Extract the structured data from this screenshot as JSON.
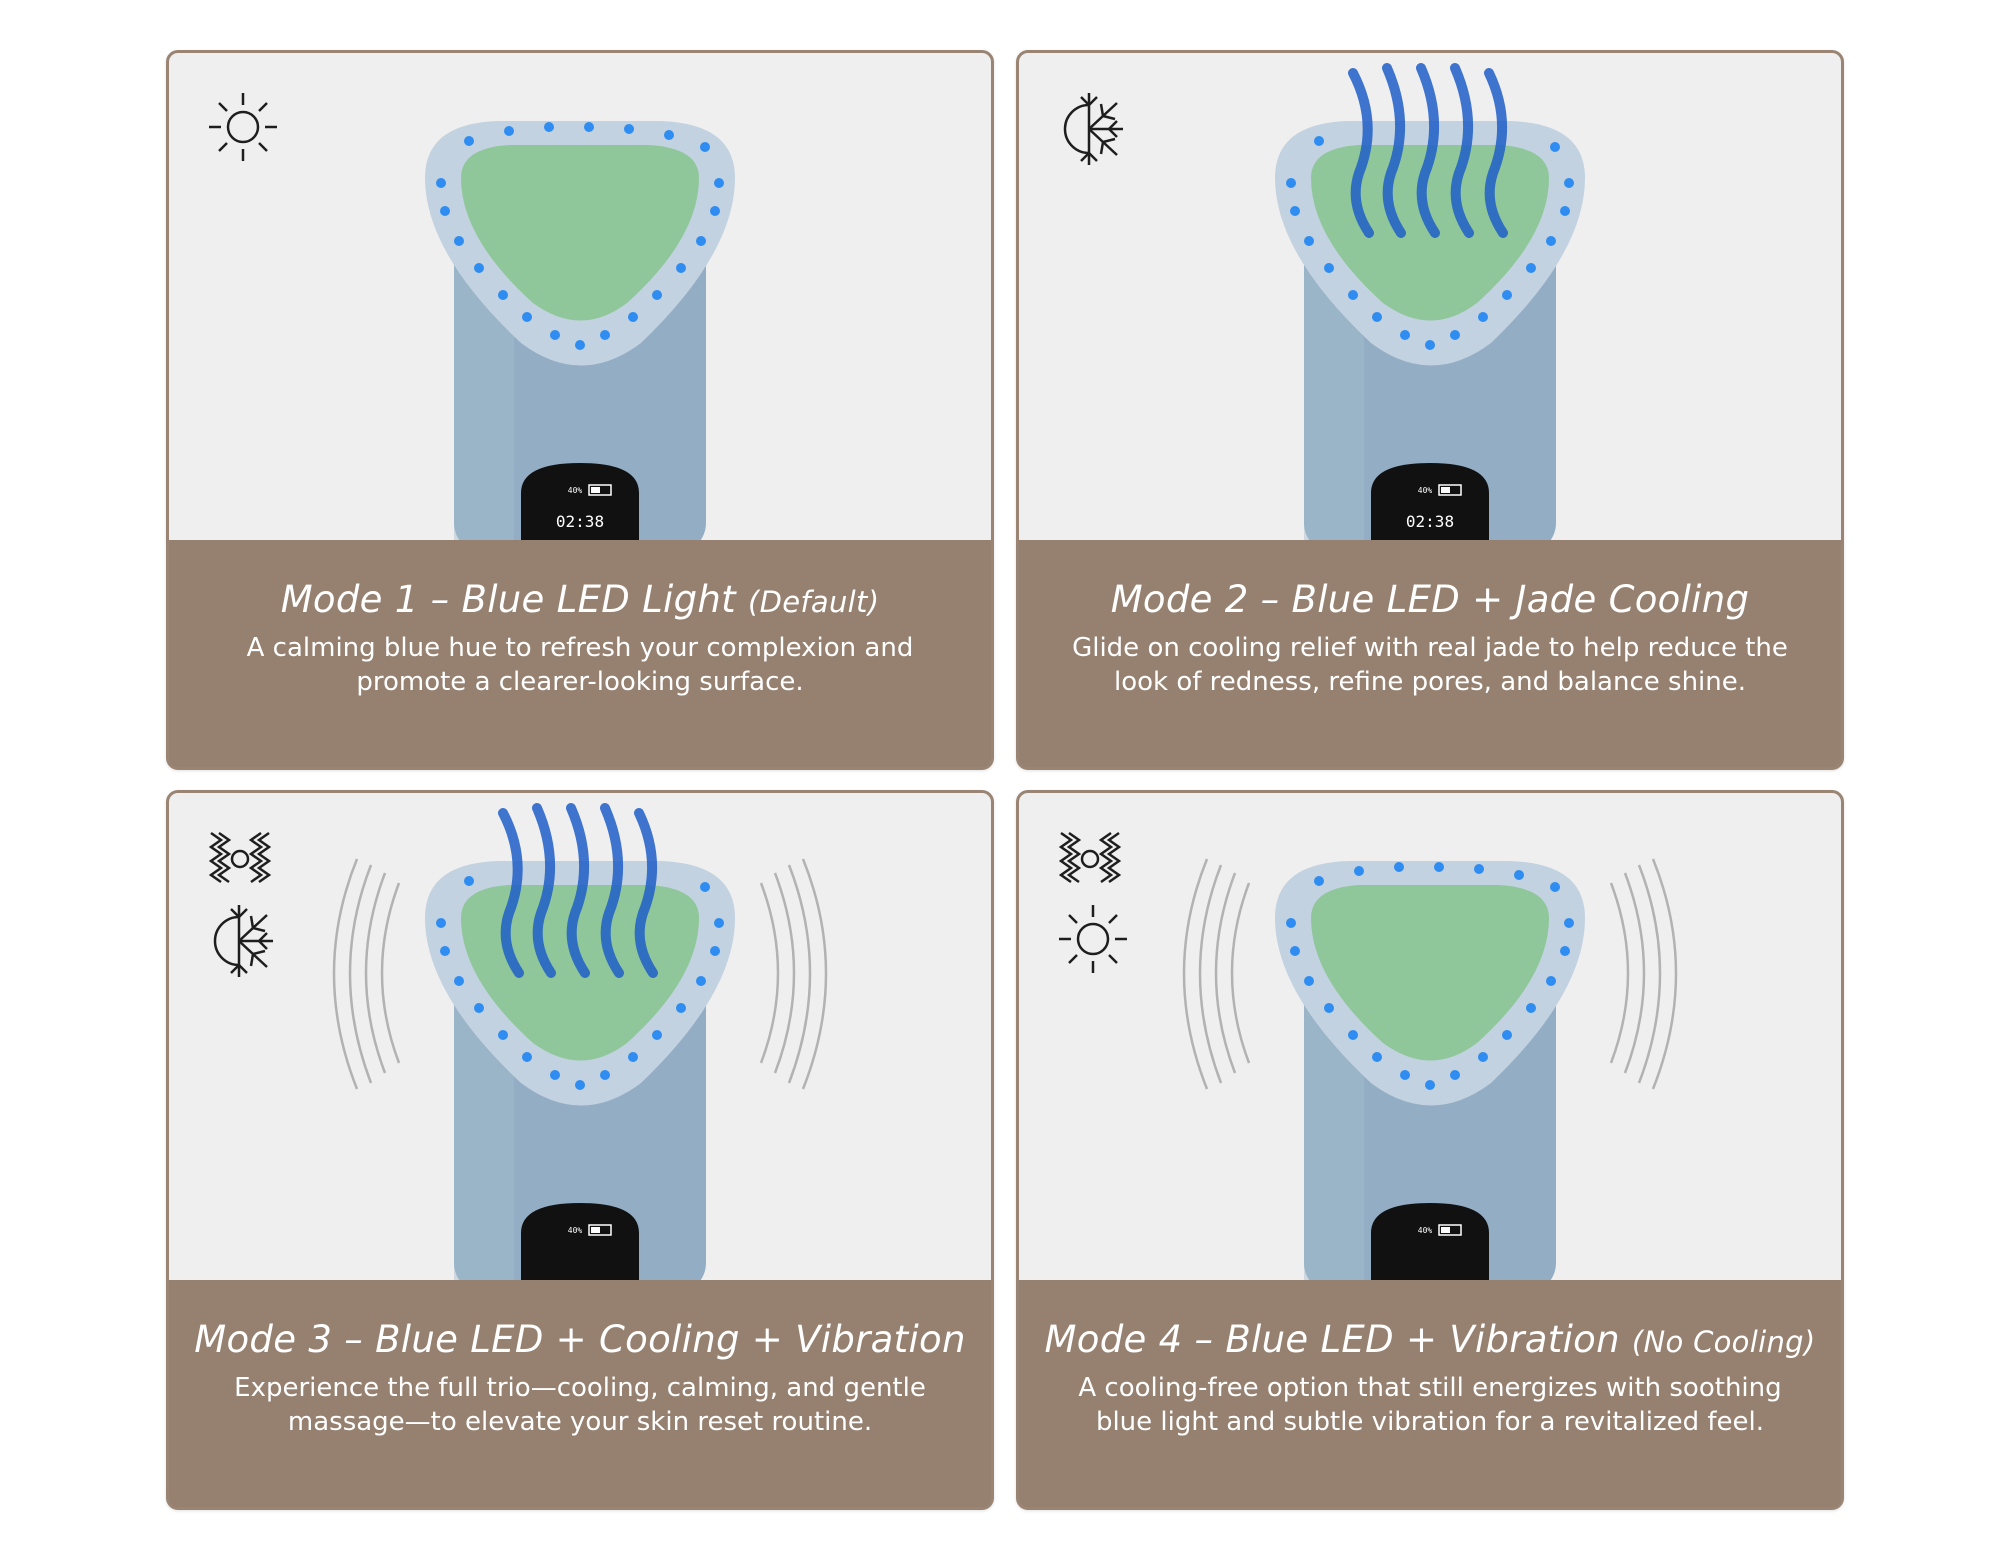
{
  "colors": {
    "caption_bg": "#968170",
    "photo_bg": "#efefef",
    "device_body": "#93aec4",
    "jade": "#8fc79a",
    "led": "#2f8cf0",
    "icon_stroke": "#1e1e1e"
  },
  "modes": [
    {
      "title": "Mode 1 – Blue LED Light",
      "title_suffix": "(Default)",
      "description": "A calming blue hue to refresh your complexion and promote a clearer-looking surface.",
      "icons": [
        "sun-icon"
      ],
      "display": {
        "battery": "40%",
        "time": "02:38"
      }
    },
    {
      "title": "Mode 2 – Blue LED + Jade Cooling",
      "title_suffix": "",
      "description": "Glide on cooling relief with real jade to help reduce the look of redness, refine pores, and balance shine.",
      "icons": [
        "snowflake-icon"
      ],
      "display": {
        "battery": "40%",
        "time": "02:38"
      }
    },
    {
      "title": "Mode 3 – Blue LED + Cooling + Vibration",
      "title_suffix": "",
      "description": "Experience the full trio—cooling, calming, and gentle massage—to elevate your skin reset routine.",
      "icons": [
        "vibration-icon",
        "snowflake-icon"
      ],
      "display": {
        "battery": "40%",
        "time": ""
      }
    },
    {
      "title": "Mode 4 – Blue LED + Vibration",
      "title_suffix": "(No Cooling)",
      "description": "A cooling-free option that still energizes with soothing blue light and subtle vibration for a revitalized feel.",
      "icons": [
        "vibration-icon",
        "sun-icon"
      ],
      "display": {
        "battery": "40%",
        "time": ""
      }
    }
  ]
}
